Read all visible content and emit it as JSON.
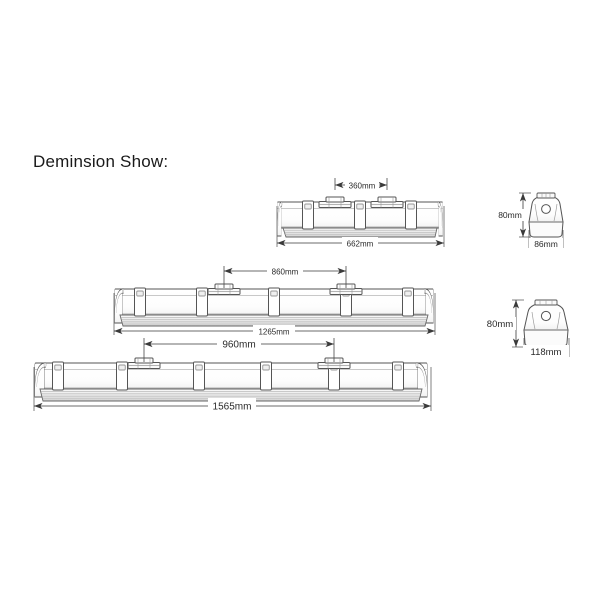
{
  "page": {
    "title": "Deminsion Show:",
    "background": "#ffffff",
    "line_color": "#4a4a4a",
    "text_color": "#2b2b2b"
  },
  "drawing": {
    "type": "technical-dimension-drawing",
    "subject": "LED tri-proof / waterproof batten luminaire",
    "units": "mm",
    "side_views": [
      {
        "name": "view-small",
        "total_length": "662mm",
        "bracket_spacing": "360mm",
        "clip_count": 3,
        "hanger_count": 2
      },
      {
        "name": "view-medium",
        "total_length": "1265mm",
        "bracket_spacing": "860mm",
        "clip_count": 5,
        "hanger_count": 2
      },
      {
        "name": "view-large",
        "total_length": "1565mm",
        "bracket_spacing": "960mm",
        "clip_count": 6,
        "hanger_count": 2
      }
    ],
    "cross_sections": [
      {
        "name": "section-narrow",
        "height": "80mm",
        "width": "86mm"
      },
      {
        "name": "section-wide",
        "height": "80mm",
        "width": "118mm"
      }
    ]
  }
}
